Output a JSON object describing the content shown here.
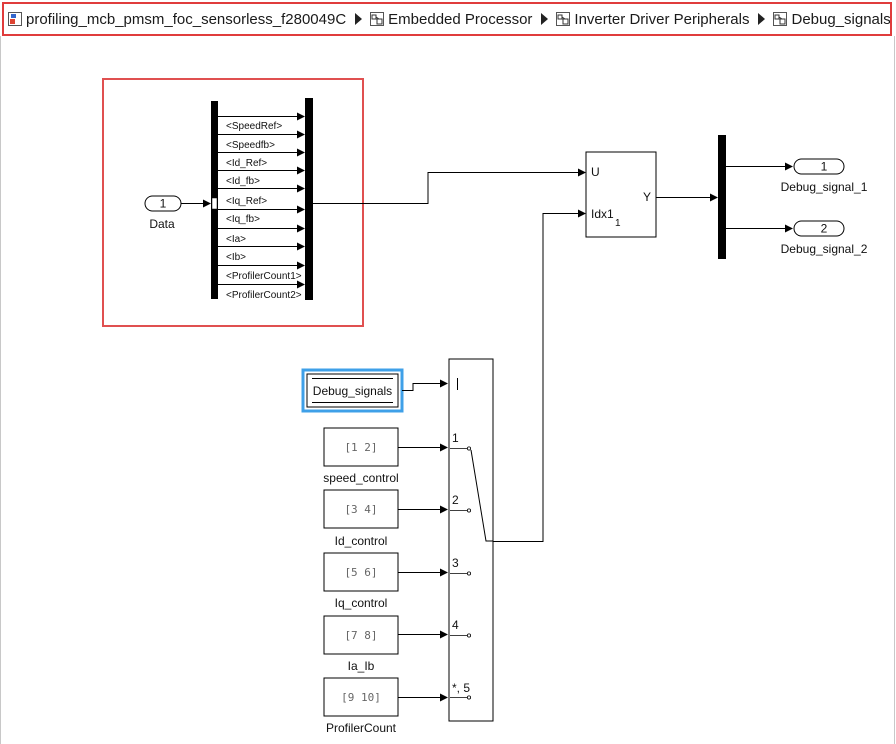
{
  "breadcrumb": [
    {
      "label": "profiling_mcb_pmsm_foc_sensorless_f280049C",
      "icon": "model-icon"
    },
    {
      "label": "Embedded Processor",
      "icon": "subsystem-icon"
    },
    {
      "label": "Inverter Driver Peripherals",
      "icon": "subsystem-icon"
    },
    {
      "label": "Debug_signals",
      "icon": "subsystem-icon"
    }
  ],
  "colors": {
    "selection": "#e05050",
    "highlight": "#3fa0e8"
  },
  "inport": {
    "number": "1",
    "name": "Data"
  },
  "bus_signals": [
    "<SpeedRef>",
    "<Speedfb>",
    "<Id_Ref>",
    "<Id_fb>",
    "<Iq_Ref>",
    "<Iq_fb>",
    "<Ia>",
    "<Ib>",
    "<ProfilerCount1>",
    "<ProfilerCount2>"
  ],
  "selector": {
    "in_u": "U",
    "in_idx": "Idx1",
    "idx_sub": "1",
    "out": "Y"
  },
  "outports": [
    {
      "number": "1",
      "name": "Debug_signal_1"
    },
    {
      "number": "2",
      "name": "Debug_signal_2"
    }
  ],
  "enum_constant": {
    "label": "Debug_signals"
  },
  "constants": [
    {
      "value": "[1 2]",
      "name": "speed_control"
    },
    {
      "value": "[3 4]",
      "name": "Id_control"
    },
    {
      "value": "[5 6]",
      "name": "Iq_control"
    },
    {
      "value": "[7 8]",
      "name": "Ia_Ib"
    },
    {
      "value": "[9 10]",
      "name": "ProfilerCount"
    }
  ],
  "switch_ports": [
    "1",
    "2",
    "3",
    "4",
    "*, 5"
  ]
}
